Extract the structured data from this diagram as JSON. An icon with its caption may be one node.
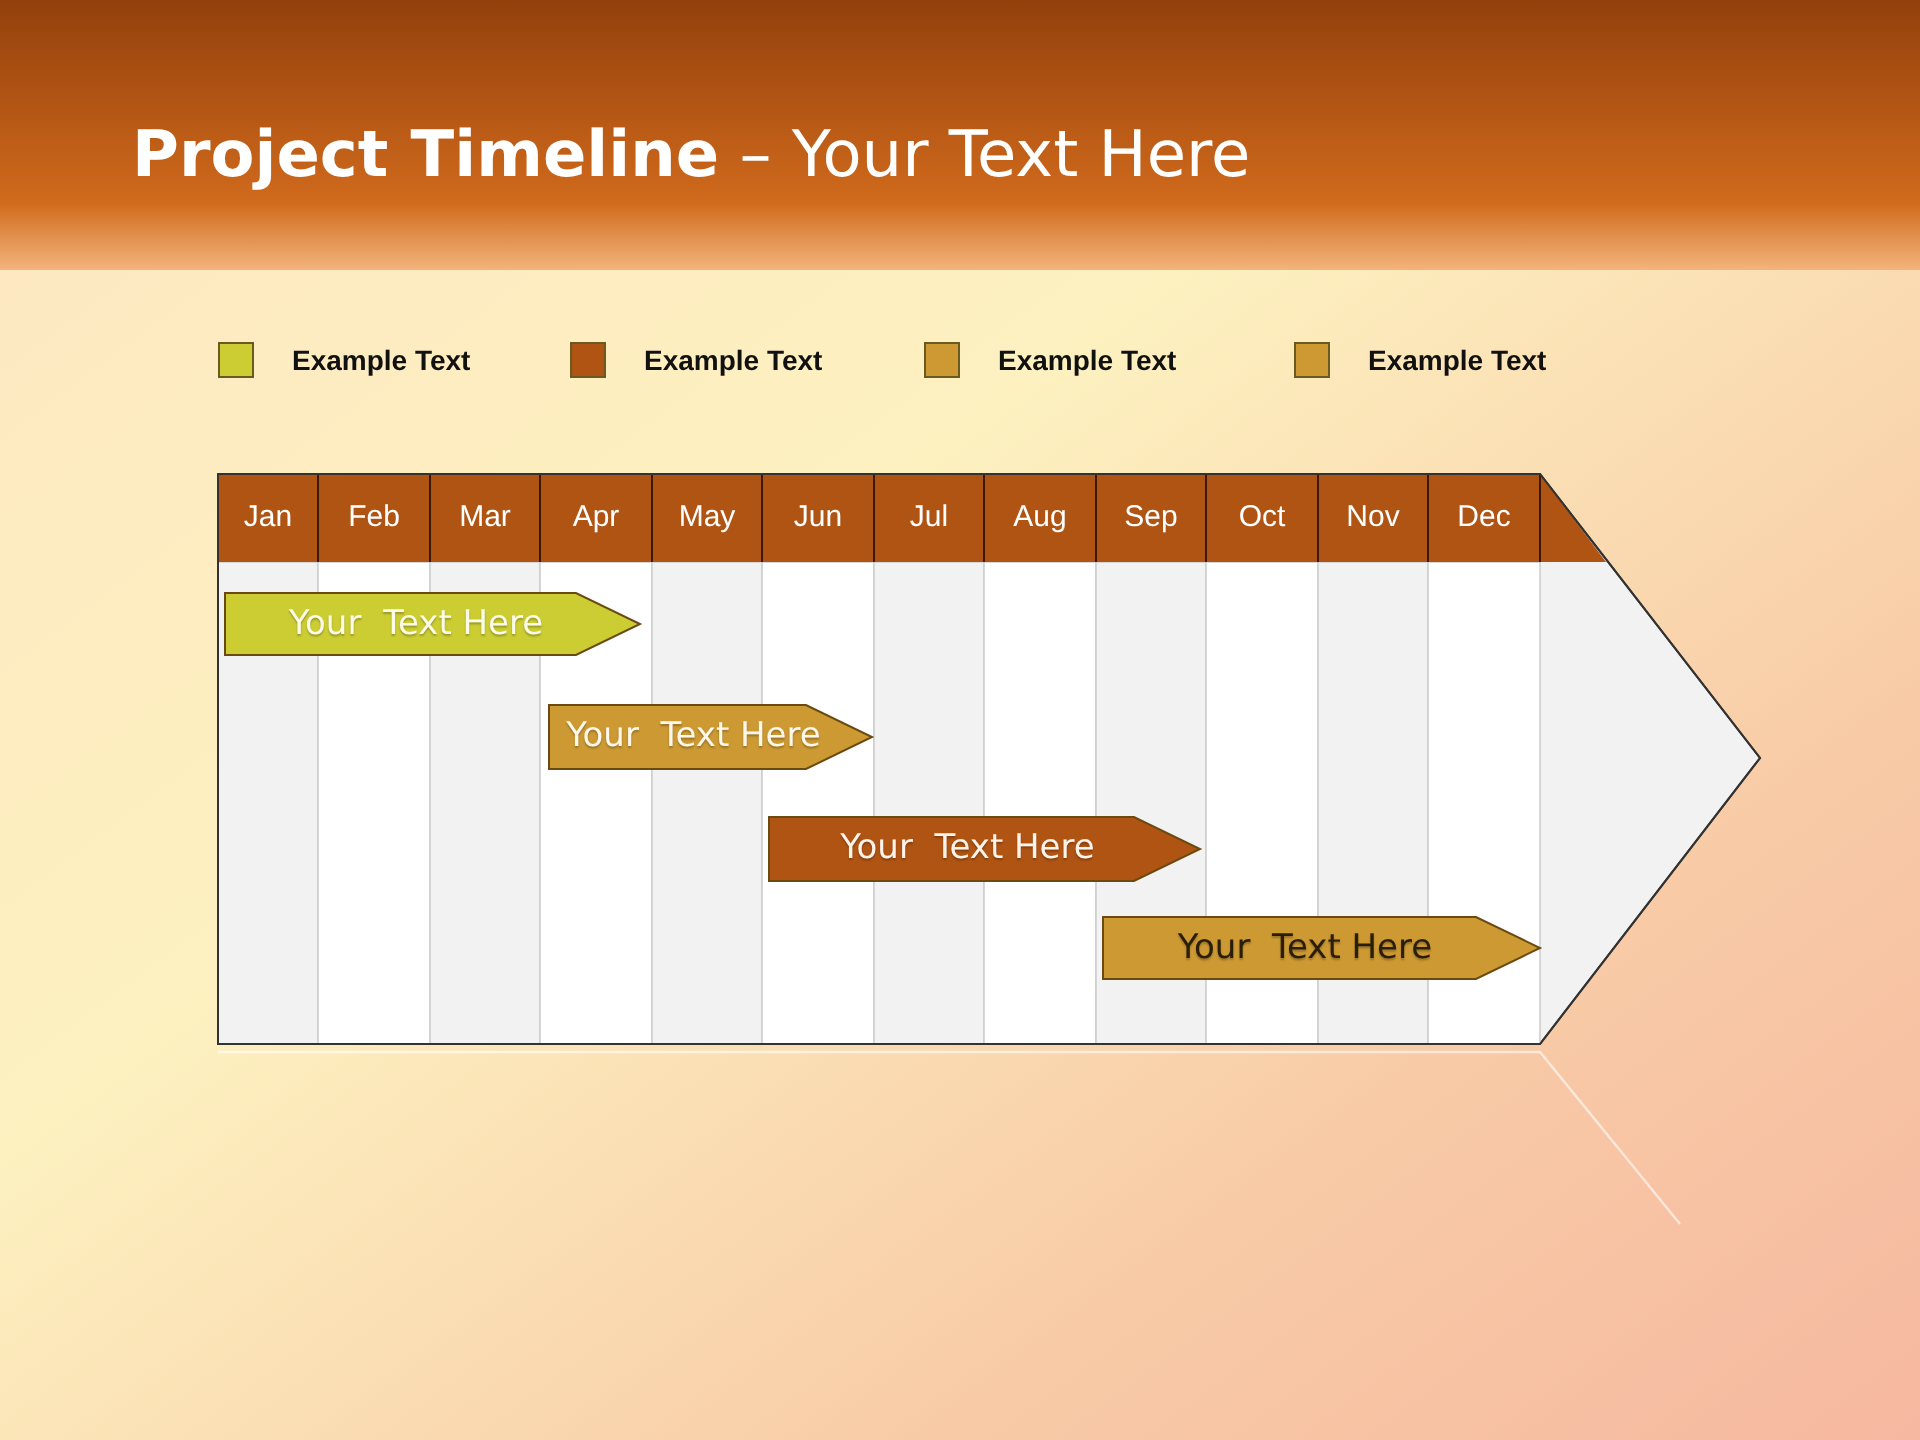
{
  "diagram": {
    "title": "**Project Timeline** – Your Text Here",
    "nodes": [
      {
        "text": [
          "Your  Text Here"
        ]
      },
      {
        "text": [
          "Your  Text Here"
        ]
      },
      {
        "text": [
          "Your  Text Here"
        ]
      },
      {
        "text": [
          "Your  Text Here"
        ]
      }
    ],
    "edges": [],
    "labels": [
      "Jan",
      "Feb",
      "Mar",
      "Apr",
      "May",
      "Jun",
      "Jul",
      "Aug",
      "Sep",
      "Oct",
      "Nov",
      "Dec"
    ],
    "legend": [
      {
        "text": "Example Text",
        "color": "#cccc33"
      },
      {
        "text": "Example Text",
        "color": "#b05413"
      },
      {
        "text": "Example Text",
        "color": "#cc9933"
      },
      {
        "text": "Example Text",
        "color": "#cc9933"
      }
    ]
  }
}
